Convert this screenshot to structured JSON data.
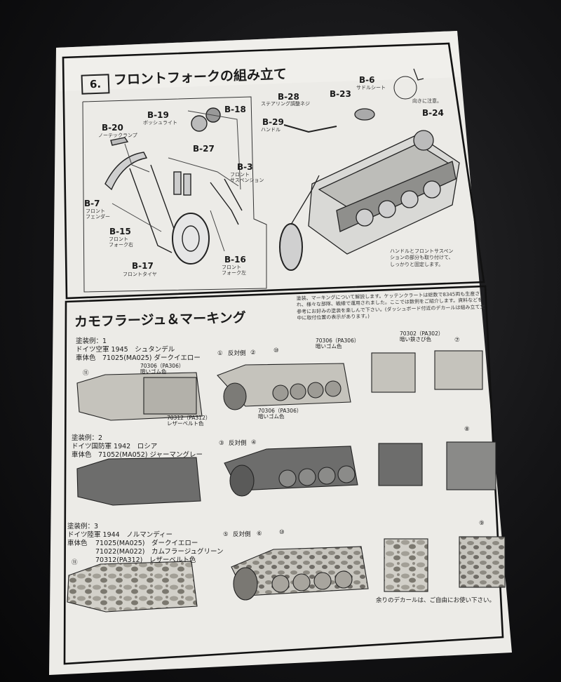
{
  "step": {
    "number": "6.",
    "title": "フロントフォークの組み立て",
    "parts": [
      {
        "code": "B-20",
        "name": "ノーテックランプ"
      },
      {
        "code": "B-19",
        "name": "ボッシュライト"
      },
      {
        "code": "B-18",
        "name": ""
      },
      {
        "code": "B-27",
        "name": ""
      },
      {
        "code": "B-3",
        "name": "フロント\nサスペンション"
      },
      {
        "code": "B-7",
        "name": "フロント\nフェンダー"
      },
      {
        "code": "B-15",
        "name": "フロント\nフォーク右"
      },
      {
        "code": "B-17",
        "name": "フロントタイヤ"
      },
      {
        "code": "B-16",
        "name": "フロント\nフォーク左"
      },
      {
        "code": "B-28",
        "name": "ステアリング調整ネジ"
      },
      {
        "code": "B-29",
        "name": "ハンドル"
      },
      {
        "code": "B-23",
        "name": ""
      },
      {
        "code": "B-6",
        "name": "サドルシート"
      },
      {
        "code": "B-24",
        "name": ""
      }
    ],
    "orientation_note": "向きに注意。",
    "assembly_note": "ハンドルとフロントサスペン\nションの部分も取り付けて、\nしっかりと固定します。"
  },
  "marking": {
    "title": "カモフラージュ＆マーキング",
    "intro": "塗装、マーキングについて解説します。ケッテンクラートは総数で8345両も生産され、様々な部隊、戦線で運用されました。ここでは数例をご紹介します。資料などを参考にお好みの塗装を楽しんで下さい。(ダッシュボード付近のデカールは組み立て文中に取付位置の表示があります。)",
    "schemes": [
      {
        "label": "塗装例：1",
        "unit": "ドイツ空軍 1945　シュタンデル",
        "body": "車体色　71025(MA025) ダークイエロー",
        "colors": [
          {
            "text": "70306（PA306）\n暗いゴム色"
          },
          {
            "text": "70312（PA312）\nレザーベルト色"
          },
          {
            "text": "70306（PA306）\n暗いゴム色"
          },
          {
            "text": "70306（PA306）\n暗いゴム色"
          },
          {
            "text": "70302（PA302）\n暗い鉄さび色"
          }
        ],
        "decals": [
          "⑪",
          "①",
          "②",
          "⑩",
          "⑦"
        ],
        "side_label": "反対側"
      },
      {
        "label": "塗装例：2",
        "unit": "ドイツ国防軍 1942　ロシア",
        "body": "車体色　71052(MA052) ジャーマングレー",
        "decals": [
          "③",
          "④",
          "⑧"
        ],
        "side_label": "反対側"
      },
      {
        "label": "塗装例：3",
        "unit": "ドイツ陸軍 1944　ノルマンディー",
        "body": "車体色",
        "body_colors": [
          "71025(MA025)　ダークイエロー",
          "71022(MA022)　カムフラージュグリーン",
          "70312(PA312)　レザーベルト色"
        ],
        "decals": [
          "⑪",
          "⑤",
          "⑥",
          "⑩",
          "⑨"
        ],
        "side_label": "反対側"
      }
    ],
    "footer_note": "余りのデカールは、ご自由にお使い下さい。"
  }
}
